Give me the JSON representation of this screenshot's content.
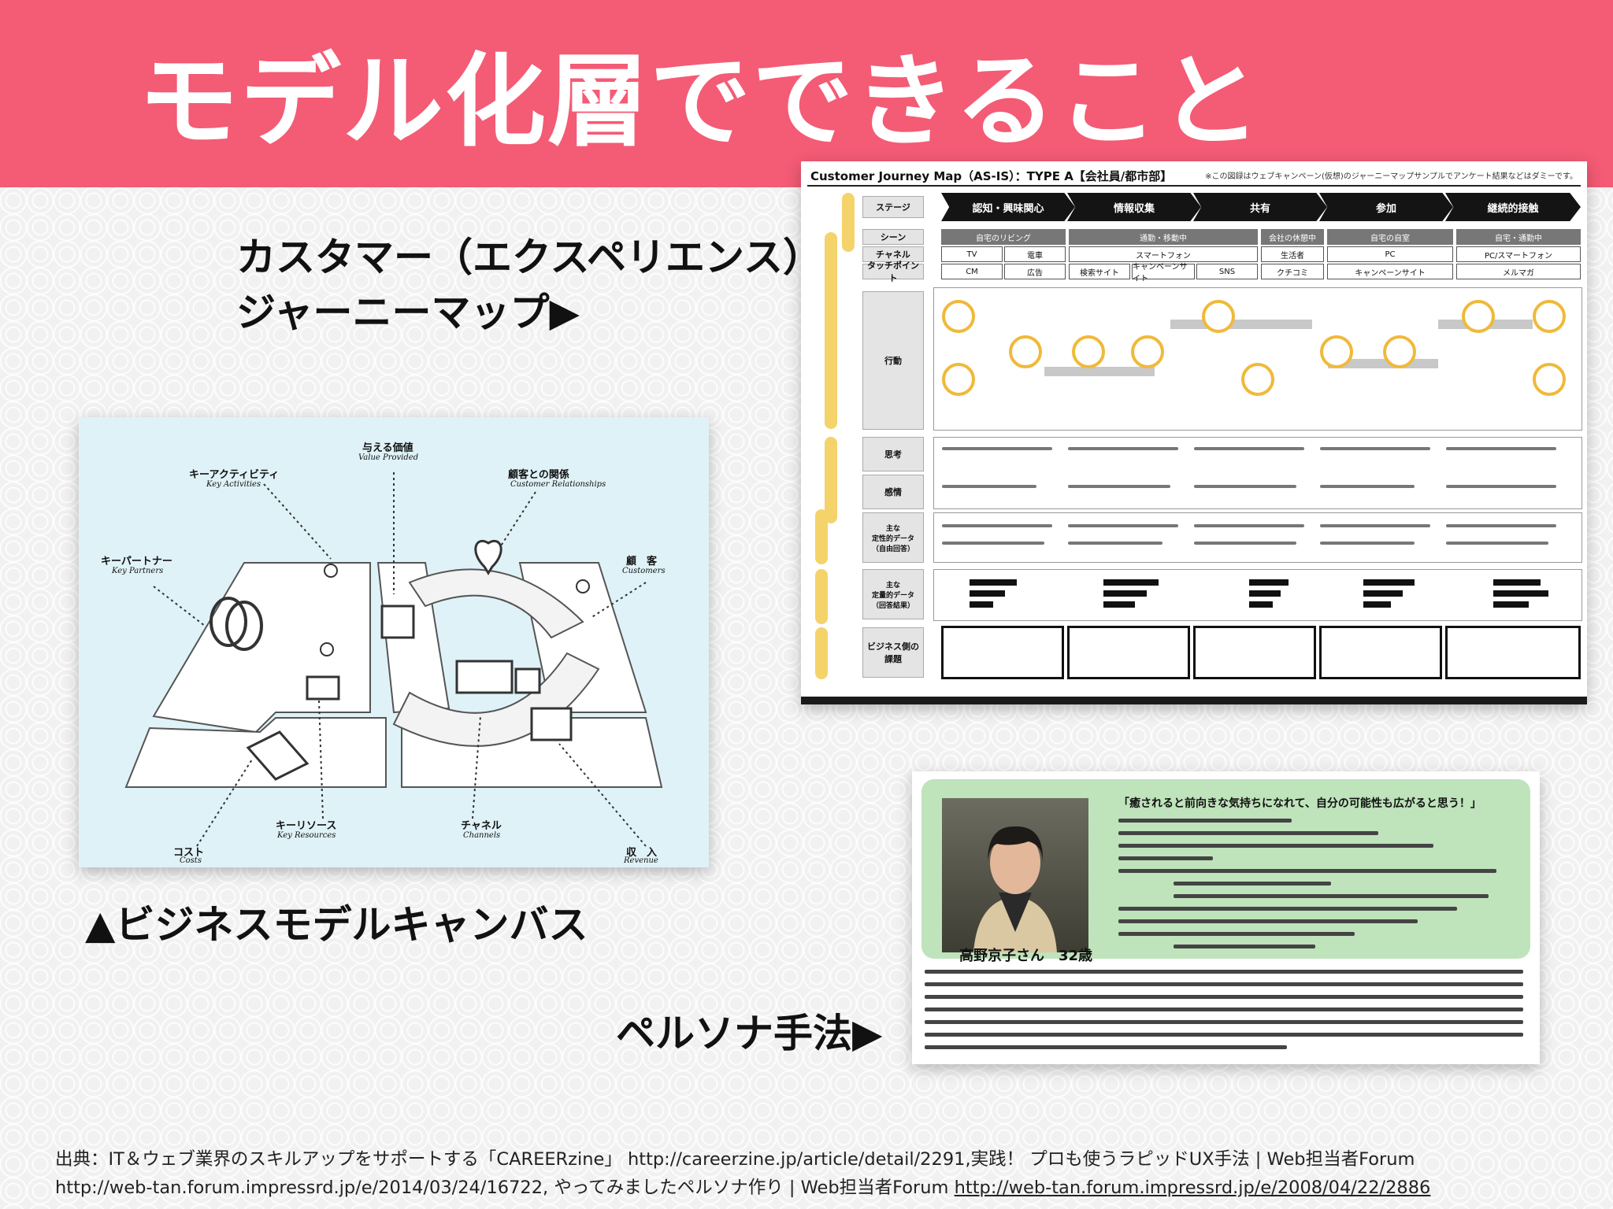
{
  "slide": {
    "title": "モデル化層でできること",
    "cjm_label_line1": "カスタマー（エクスペリエンス）",
    "cjm_label_line2": "ジャーニーマップ▶",
    "bmc_label": "▲ビジネスモデルキャンバス",
    "persona_label": "ペルソナ手法▶",
    "credit_line1": "出典：IT＆ウェブ業界のスキルアップをサポートする「CAREERzine」 http://careerzine.jp/article/detail/2291,実践！ プロも使うラピッドUX手法 | Web担当者Forum",
    "credit_line2_prefix": "http://web-tan.forum.impressrd.jp/e/2014/03/24/16722, やってみましたペルソナ作り | Web担当者Forum ",
    "credit_line2_link": "http://web-tan.forum.impressrd.jp/e/2008/04/22/2886"
  },
  "journey_map": {
    "title": "Customer Journey Map（AS-IS）：TYPE A【会社員/都市部】",
    "note": "※この図録はウェブキャンペーン(仮想)のジャーニーマップサンプルでアンケート結果などはダミーです。",
    "row_heads": [
      "ステージ",
      "シーン",
      "チャネル",
      "タッチポイント",
      "行動",
      "思考",
      "感情",
      "主な\n定性的データ\n（自由回答）",
      "主な\n定量的データ\n（回答結果）",
      "ビジネス側の\n課題"
    ],
    "stages": [
      "認知・興味関心",
      "情報収集",
      "共有",
      "参加",
      "継続的接触"
    ],
    "scenes": [
      "自宅のリビング",
      "通勤・移動中",
      "会社の休憩中",
      "自宅の自室",
      "自宅・通勤中"
    ],
    "channels": [
      "TV",
      "電車",
      "スマートフォン",
      "生活者",
      "PC",
      "PC/スマートフォン"
    ],
    "touchpoints": [
      "CM",
      "広告",
      "検索サイト",
      "キャンペーンサイト",
      "SNS",
      "クチコミ",
      "キャンペーンサイト",
      "メルマガ"
    ]
  },
  "bmc": {
    "labels": [
      {
        "jp": "与える価値",
        "en": "Value Provided"
      },
      {
        "jp": "キーアクティビティ",
        "en": "Key Activities"
      },
      {
        "jp": "顧客との関係",
        "en": "Customer Relationships"
      },
      {
        "jp": "キーパートナー",
        "en": "Key Partners"
      },
      {
        "jp": "顧　客",
        "en": "Customers"
      },
      {
        "jp": "キーリソース",
        "en": "Key Resources"
      },
      {
        "jp": "チャネル",
        "en": "Channels"
      },
      {
        "jp": "コスト",
        "en": "Costs"
      },
      {
        "jp": "収　入",
        "en": "Revenue"
      }
    ]
  },
  "persona": {
    "quote": "「癒されると前向きな気持ちになれて、自分の可能性も広がると思う！」",
    "name": "高野京子さん　32歳"
  }
}
